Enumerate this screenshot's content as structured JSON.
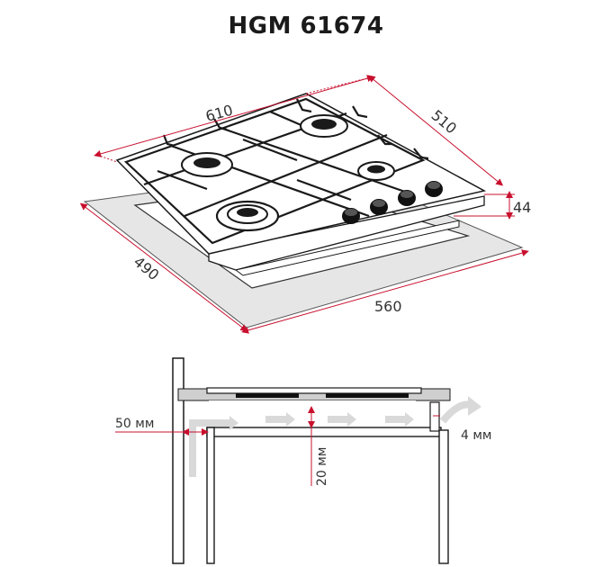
{
  "title": "HGM 61674",
  "top_view": {
    "width_label": "610",
    "depth_label": "510",
    "height_label": "44",
    "cutout_depth_label": "490",
    "cutout_width_label": "560"
  },
  "section_view": {
    "gap_label": "50 мм",
    "vent_label": "4 мм",
    "clearance_label": "20 мм"
  },
  "colors": {
    "dimension_line": "#c8102e",
    "cutout": "#e6e6e6",
    "outline": "#1a1a1a",
    "knob": "#111111",
    "airflow": "#d9d9d9"
  },
  "icons": [
    "gas-burner-icon",
    "control-knob-icon",
    "airflow-arrow-icon"
  ]
}
